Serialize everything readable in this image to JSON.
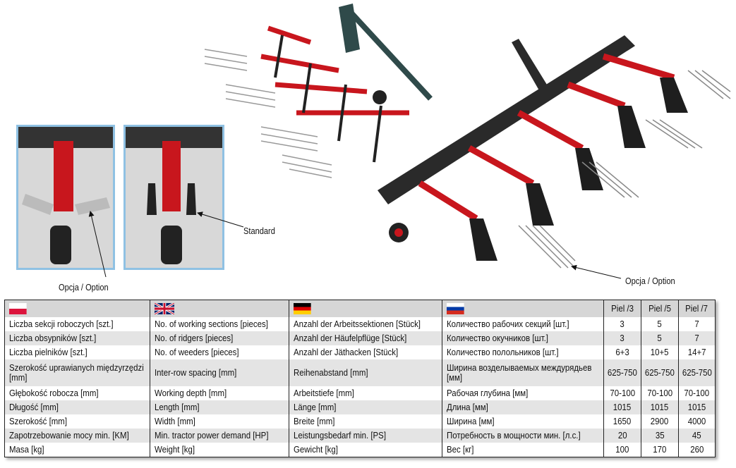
{
  "labels": {
    "standard": "Standard",
    "option_left": "Opcja / Option",
    "option_right": "Opcja / Option"
  },
  "table": {
    "flags": [
      "poland-flag",
      "uk-flag",
      "germany-flag",
      "russia-flag"
    ],
    "models": [
      "Piel /3",
      "Piel /5",
      "Piel /7"
    ],
    "rows": [
      {
        "pl": "Liczba sekcji roboczych [szt.]",
        "en": "No. of working sections [pieces]",
        "de": "Anzahl der Arbeitssektionen [Stück]",
        "ru": "Количество рабочих секций [шт.]",
        "v": [
          "3",
          "5",
          "7"
        ]
      },
      {
        "pl": "Liczba obsypników [szt.]",
        "en": "No. of ridgers [pieces]",
        "de": "Anzahl der Häufelpflüge [Stück]",
        "ru": "Количество окучников [шт.]",
        "v": [
          "3",
          "5",
          "7"
        ]
      },
      {
        "pl": "Liczba pielników [szt.]",
        "en": "No. of weeders [pieces]",
        "de": "Anzahl der Jäthacken [Stück]",
        "ru": "Количество полольников  [шт.]",
        "v": [
          "6+3",
          "10+5",
          "14+7"
        ]
      },
      {
        "pl": "Szerokość uprawianych międzyrzędzi [mm]",
        "en": "Inter-row spacing [mm]",
        "de": "Reihenabstand [mm]",
        "ru": "Ширина возделываемых междурядьев [мм]",
        "v": [
          "625-750",
          "625-750",
          "625-750"
        ]
      },
      {
        "pl": "Głębokość robocza [mm]",
        "en": "Working depth [mm]",
        "de": "Arbeitstiefe [mm]",
        "ru": "Рабочая глубина [мм]",
        "v": [
          "70-100",
          "70-100",
          "70-100"
        ]
      },
      {
        "pl": "Długość [mm]",
        "en": "Length [mm]",
        "de": "Länge [mm]",
        "ru": "Длина [мм]",
        "v": [
          "1015",
          "1015",
          "1015"
        ]
      },
      {
        "pl": "Szerokość [mm]",
        "en": "Width [mm]",
        "de": "Breite [mm]",
        "ru": "Ширина [мм]",
        "v": [
          "1650",
          "2900",
          "4000"
        ]
      },
      {
        "pl": "Zapotrzebowanie mocy min. [KM]",
        "en": "Min. tractor power demand [HP]",
        "de": "Leistungsbedarf min. [PS]",
        "ru": "Потребность в мощности мин. [л.с.]",
        "v": [
          "20",
          "35",
          "45"
        ]
      },
      {
        "pl": "Masa [kg]",
        "en": "Weight [kg]",
        "de": "Gewicht [kg]",
        "ru": "Вес [кг]",
        "v": [
          "100",
          "170",
          "260"
        ]
      }
    ]
  }
}
